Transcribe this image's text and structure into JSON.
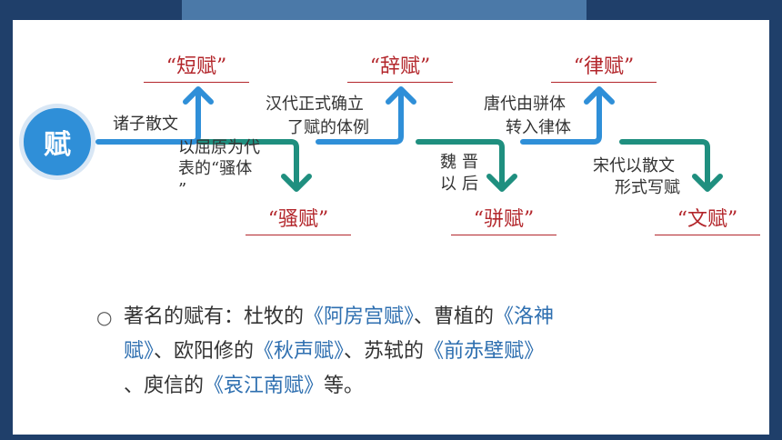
{
  "center_label": "赋",
  "genres": {
    "duanfu": "“短赋”",
    "saofu": "“骚赋”",
    "cifu": "“辞赋”",
    "pianfu": "“骈赋”",
    "lvfu": "“律赋”",
    "wenfu": "“文赋”"
  },
  "notes": {
    "zhuzi": "诸子散文",
    "quyuan_1": "以屈原为代",
    "quyuan_2": "表的“骚体",
    "quyuan_3": "”",
    "han_1": "汉代正式确立",
    "han_2": "了赋的体例",
    "weijin_1": "魏晋",
    "weijin_2": "以后",
    "tang_1": "唐代由骈体",
    "tang_2": "转入律体",
    "song_1": "宋代以散文",
    "song_2": "形式写赋"
  },
  "summary": {
    "intro": "著名的赋有：杜牧的",
    "w1": "《阿房宫赋》",
    "s1": "、曹植的",
    "w2a": "《洛神",
    "w2b": "赋》",
    "s2": "、欧阳修的",
    "w3": "《秋声赋》",
    "s3": "、苏轼的",
    "w4": "《前赤壁赋》",
    "s4": "、庾信的",
    "w5": "《哀江南赋》",
    "end": "等。"
  },
  "colors": {
    "blue_arrow": "#2f8fd8",
    "teal_arrow": "#1f8f7f",
    "genre_red": "#b3262b",
    "title_blue": "#2e6fb0"
  }
}
